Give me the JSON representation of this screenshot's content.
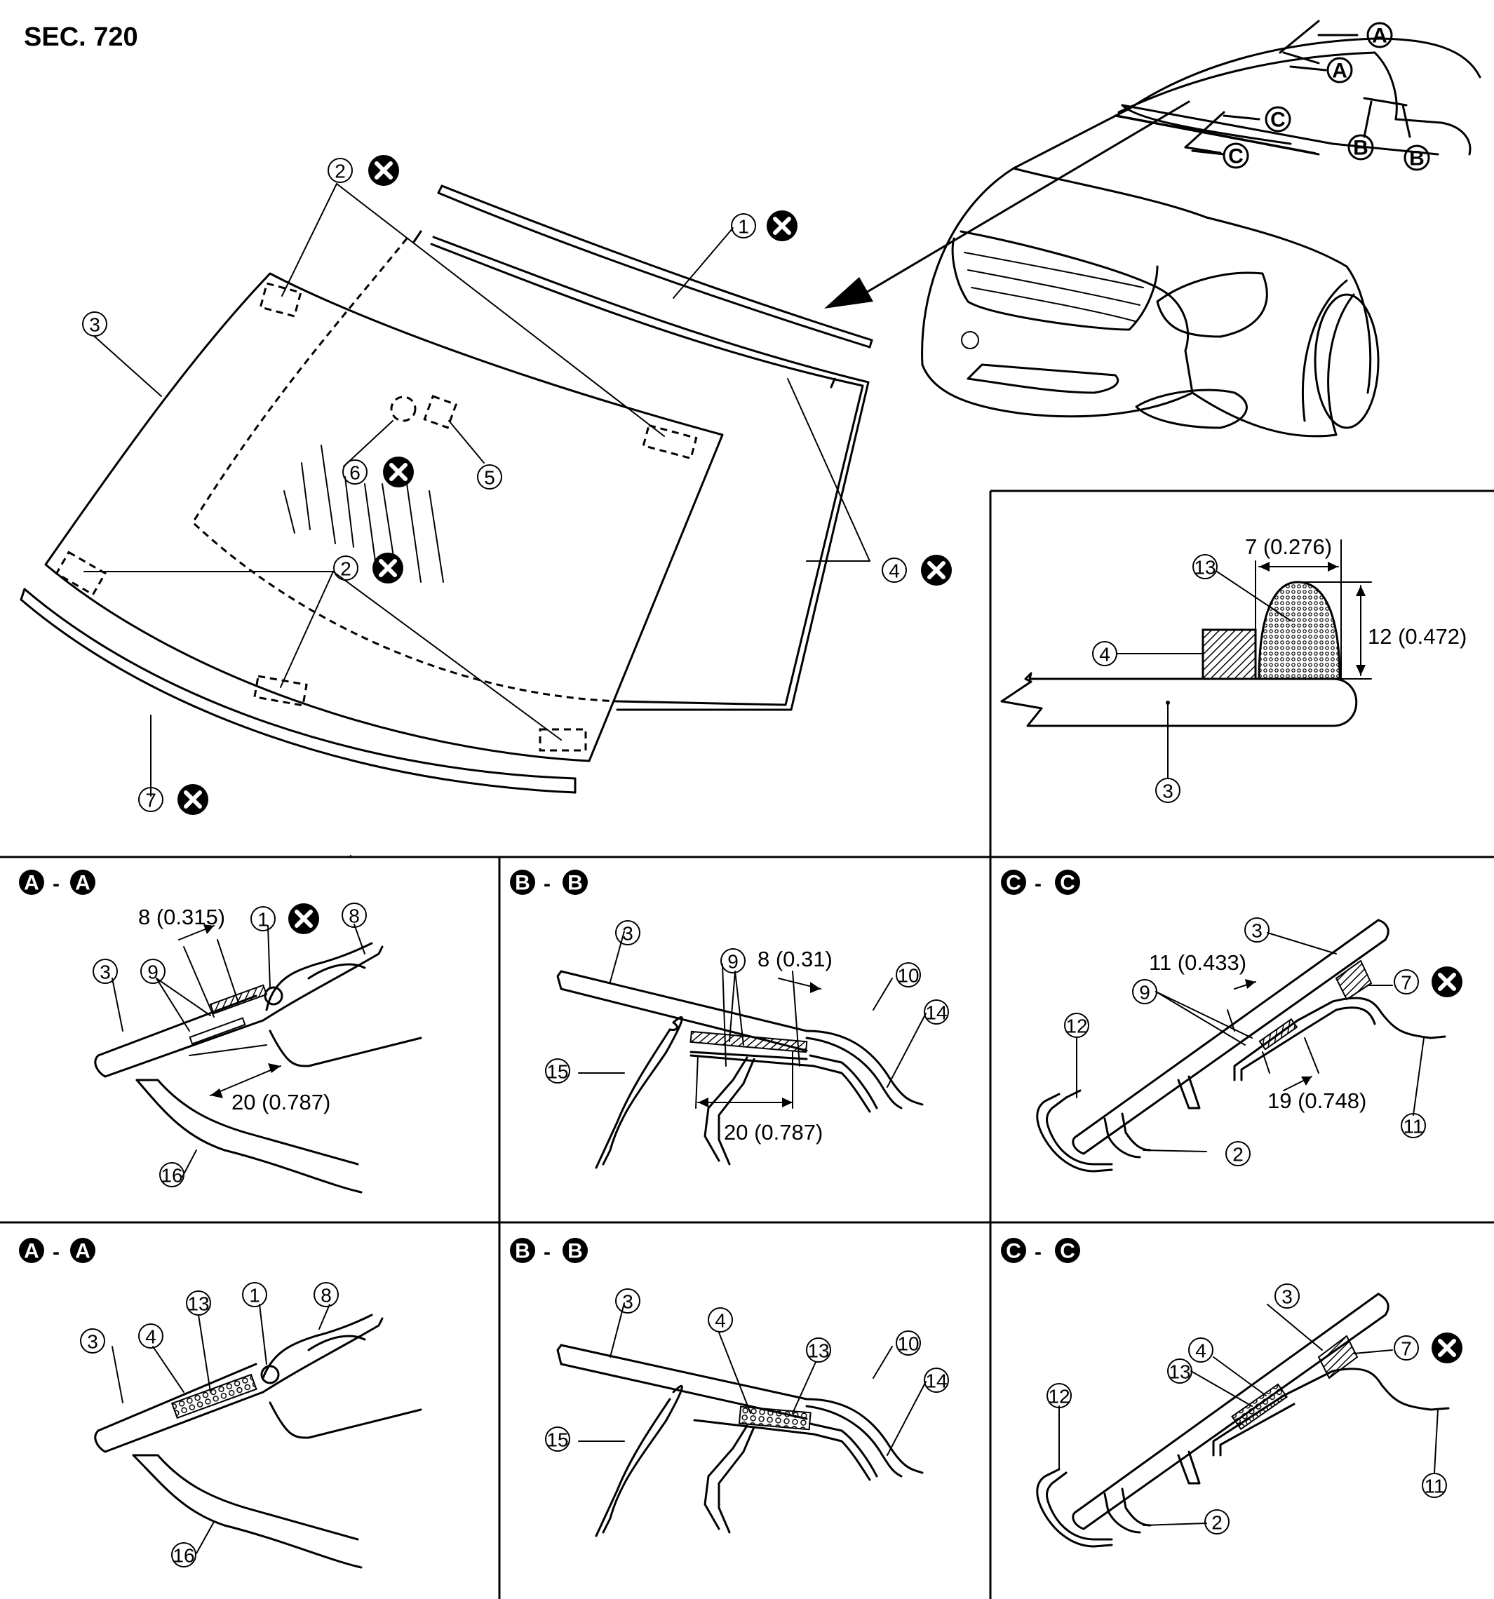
{
  "section_label": "SEC. 720",
  "parts": {
    "p1": "1",
    "p2": "2",
    "p3": "3",
    "p4": "4",
    "p5": "5",
    "p6": "6",
    "p7": "7",
    "p8": "8",
    "p9": "9",
    "p10": "10",
    "p11": "11",
    "p12": "12",
    "p13": "13",
    "p14": "14",
    "p15": "15",
    "p16": "16"
  },
  "section_marks": {
    "a": "A",
    "b": "B",
    "c": "C",
    "dash": "-"
  },
  "dimensions": {
    "bead_width": "7 (0.276)",
    "bead_height": "12 (0.472)",
    "a_tape_width": "8 (0.315)",
    "a_overlap": "20 (0.787)",
    "b_tape_width": "8 (0.31)",
    "b_overlap": "20 (0.787)",
    "c_tape_width": "11 (0.433)",
    "c_overlap": "19 (0.748)"
  },
  "colors": {
    "line": "#000000",
    "background": "#ffffff"
  }
}
